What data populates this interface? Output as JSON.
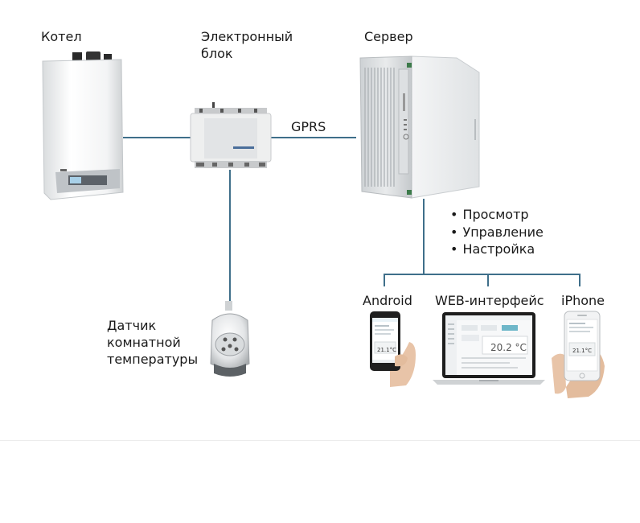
{
  "nodes": {
    "boiler": "Котел",
    "unit": [
      "Электронный",
      "блок"
    ],
    "server": "Сервер",
    "sensor": [
      "Датчик",
      "комнатной",
      "температуры"
    ]
  },
  "link_label": "GPRS",
  "features": [
    "Просмотр",
    "Управление",
    "Настройка"
  ],
  "clients": {
    "android": "Android",
    "web": "WEB-интерфейс",
    "iphone": "iPhone"
  },
  "screens": {
    "android_temp": "21.1°C",
    "web_temp": "20.2 °C",
    "iphone_temp": "21.1°C"
  },
  "colors": {
    "connector": "#3f6f8a"
  }
}
